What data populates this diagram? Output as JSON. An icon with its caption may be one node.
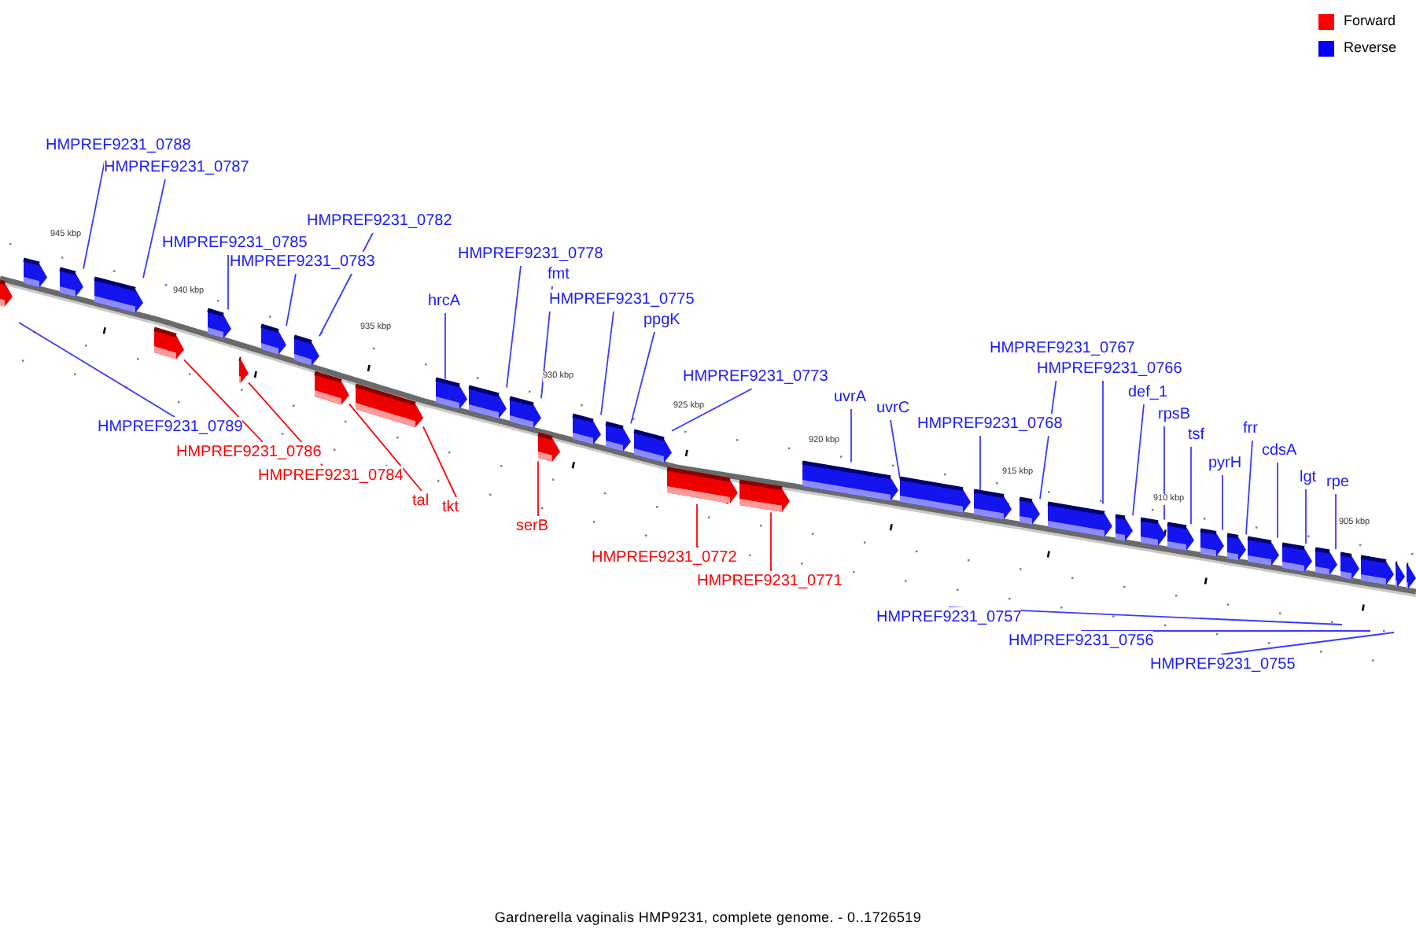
{
  "diagram": {
    "caption": "Gardnerella vaginalis HMP9231, complete genome. - 0..1726519",
    "nodes": [
      {
        "text": [
          "HMPREF9231_0788"
        ]
      },
      {
        "text": [
          "HMPREF9231_0787"
        ]
      },
      {
        "text": [
          "HMPREF9231_0782"
        ]
      },
      {
        "text": [
          "HMPREF9231_0785"
        ]
      },
      {
        "text": [
          "HMPREF9231_0778"
        ]
      },
      {
        "text": [
          "HMPREF9231_0783"
        ]
      },
      {
        "text": [
          "fmt"
        ]
      },
      {
        "text": [
          "HMPREF9231_0775"
        ]
      },
      {
        "text": [
          "hrcA"
        ]
      },
      {
        "text": [
          "ppgK"
        ]
      },
      {
        "text": [
          "HMPREF9231_0767"
        ]
      },
      {
        "text": [
          "HMPREF9231_0766"
        ]
      },
      {
        "text": [
          "HMPREF9231_0773"
        ]
      },
      {
        "text": [
          "def_1"
        ]
      },
      {
        "text": [
          "uvrA"
        ]
      },
      {
        "text": [
          "uvrC"
        ]
      },
      {
        "text": [
          "rpsB"
        ]
      },
      {
        "text": [
          "HMPREF9231_0768"
        ]
      },
      {
        "text": [
          "HMPREF9231_0789"
        ]
      },
      {
        "text": [
          "frr"
        ]
      },
      {
        "text": [
          "tsf"
        ]
      },
      {
        "text": [
          "cdsA"
        ]
      },
      {
        "text": [
          "HMPREF9231_0786"
        ]
      },
      {
        "text": [
          "pyrH"
        ]
      },
      {
        "text": [
          "HMPREF9231_0784"
        ]
      },
      {
        "text": [
          "lgt"
        ]
      },
      {
        "text": [
          "rpe"
        ]
      },
      {
        "text": [
          "tal"
        ]
      },
      {
        "text": [
          "tkt"
        ]
      },
      {
        "text": [
          "serB"
        ]
      },
      {
        "text": [
          "HMPREF9231_0772"
        ]
      },
      {
        "text": [
          "HMPREF9231_0771"
        ]
      },
      {
        "text": [
          "HMPREF9231_0757"
        ]
      },
      {
        "text": [
          "HMPREF9231_0756"
        ]
      },
      {
        "text": [
          "HMPREF9231_0755"
        ]
      },
      {
        "text": [],
        "shape": "arrow"
      },
      {
        "text": [],
        "shape": "arrow"
      },
      {
        "text": [],
        "shape": "arrow"
      },
      {
        "text": [],
        "shape": "arrow"
      },
      {
        "text": [],
        "shape": "arrow"
      },
      {
        "text": [],
        "shape": "arrow"
      },
      {
        "text": [],
        "shape": "arrow"
      },
      {
        "text": [],
        "shape": "arrow"
      },
      {
        "text": [],
        "shape": "arrow"
      },
      {
        "text": [],
        "shape": "arrow"
      },
      {
        "text": [],
        "shape": "arrow"
      },
      {
        "text": [],
        "shape": "arrow"
      },
      {
        "text": [],
        "shape": "arrow"
      },
      {
        "text": [],
        "shape": "arrow"
      },
      {
        "text": [],
        "shape": "arrow"
      },
      {
        "text": [],
        "shape": "arrow"
      },
      {
        "text": [],
        "shape": "arrow"
      },
      {
        "text": [],
        "shape": "arrow"
      },
      {
        "text": [],
        "shape": "arrow"
      },
      {
        "text": [],
        "shape": "arrow"
      },
      {
        "text": [],
        "shape": "arrow"
      },
      {
        "text": [],
        "shape": "arrow"
      },
      {
        "text": [],
        "shape": "arrow"
      },
      {
        "text": [],
        "shape": "arrow"
      },
      {
        "text": [],
        "shape": "arrow"
      },
      {
        "text": [],
        "shape": "arrow"
      },
      {
        "text": [],
        "shape": "arrow"
      },
      {
        "text": [],
        "shape": "arrow"
      },
      {
        "text": [],
        "shape": "arrow"
      },
      {
        "text": [],
        "shape": "arrow"
      },
      {
        "text": [],
        "shape": "arrow"
      },
      {
        "text": [],
        "shape": "arrow"
      },
      {
        "text": [],
        "shape": "arrow"
      },
      {
        "text": [],
        "shape": "arrow"
      },
      {
        "text": [],
        "shape": "arrow"
      },
      {
        "text": [],
        "shape": "arrow"
      },
      {
        "text": [],
        "shape": "arrow"
      }
    ],
    "edges": [
      {
        "from": 0,
        "to": 37,
        "arrow": "none"
      },
      {
        "from": 1,
        "to": 38,
        "arrow": "none"
      },
      {
        "from": 2,
        "to": 43,
        "arrow": "none"
      },
      {
        "from": 3,
        "to": 40,
        "arrow": "none"
      },
      {
        "from": 4,
        "to": 47,
        "arrow": "none"
      },
      {
        "from": 5,
        "to": 42,
        "arrow": "none"
      },
      {
        "from": 6,
        "to": 48,
        "arrow": "none"
      },
      {
        "from": 7,
        "to": 50,
        "arrow": "none"
      },
      {
        "from": 8,
        "to": 46,
        "arrow": "none"
      },
      {
        "from": 9,
        "to": 51,
        "arrow": "none"
      },
      {
        "from": 10,
        "to": 58,
        "arrow": "none"
      },
      {
        "from": 11,
        "to": 59,
        "arrow": "none"
      },
      {
        "from": 12,
        "to": 52,
        "arrow": "none"
      },
      {
        "from": 13,
        "to": 60,
        "arrow": "none"
      },
      {
        "from": 14,
        "to": 55,
        "arrow": "none"
      },
      {
        "from": 15,
        "to": 56,
        "arrow": "none"
      },
      {
        "from": 16,
        "to": 61,
        "arrow": "none"
      },
      {
        "from": 17,
        "to": 57,
        "arrow": "none"
      },
      {
        "from": 18,
        "to": null,
        "arrow": "none"
      },
      {
        "from": 19,
        "to": 64,
        "arrow": "none"
      },
      {
        "from": 20,
        "to": 62,
        "arrow": "none"
      },
      {
        "from": 21,
        "to": 65,
        "arrow": "none"
      },
      {
        "from": 22,
        "to": 39,
        "arrow": "none",
        "color": "#ff0000"
      },
      {
        "from": 23,
        "to": 63,
        "arrow": "none"
      },
      {
        "from": 24,
        "to": 41,
        "arrow": "none",
        "color": "#ff0000"
      },
      {
        "from": 25,
        "to": 66,
        "arrow": "none"
      },
      {
        "from": 26,
        "to": 67,
        "arrow": "none"
      },
      {
        "from": 27,
        "to": 44,
        "arrow": "none",
        "color": "#ff0000"
      },
      {
        "from": 28,
        "to": 45,
        "arrow": "none",
        "color": "#ff0000"
      },
      {
        "from": 29,
        "to": 49,
        "arrow": "none",
        "color": "#ff0000"
      },
      {
        "from": 30,
        "to": 53,
        "arrow": "none",
        "color": "#ff0000"
      },
      {
        "from": 31,
        "to": 54,
        "arrow": "none",
        "color": "#ff0000"
      },
      {
        "from": 32,
        "to": null,
        "arrow": "none"
      },
      {
        "from": 33,
        "to": null,
        "arrow": "none"
      },
      {
        "from": 34,
        "to": null,
        "arrow": "none"
      }
    ],
    "labels": [
      "945 kbp",
      "940 kbp",
      "935 kbp",
      "930 kbp",
      "925 kbp",
      "920 kbp",
      "915 kbp",
      "910 kbp",
      "905 kbp"
    ],
    "legend": [
      {
        "text": "Forward",
        "color": "#ff0000"
      },
      {
        "text": "Reverse",
        "color": "#0000ff"
      }
    ]
  }
}
